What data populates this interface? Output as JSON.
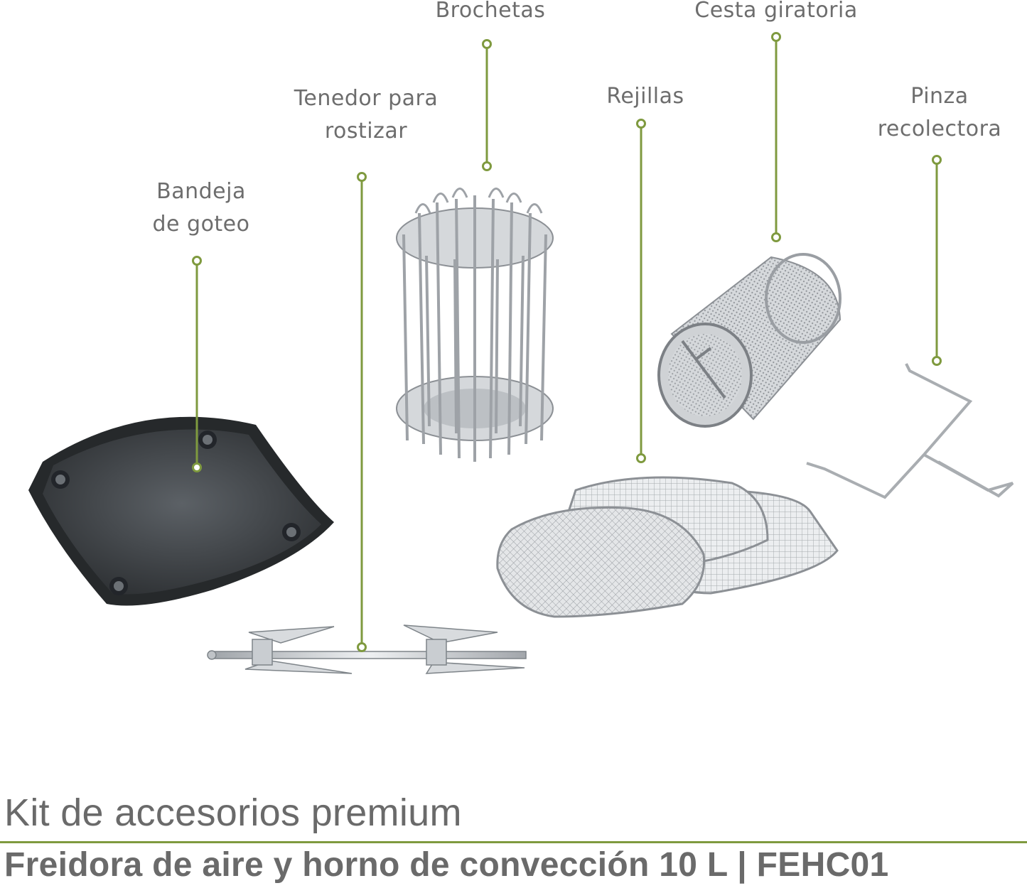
{
  "labels": {
    "brochetas": "Brochetas",
    "cesta_giratoria": "Cesta giratoria",
    "tenedor_line1": "Tenedor para",
    "tenedor_line2": "rostizar",
    "rejillas": "Rejillas",
    "pinza_line1": "Pinza",
    "pinza_line2": "recolectora",
    "bandeja_line1": "Bandeja",
    "bandeja_line2": "de goteo"
  },
  "footer": {
    "title": "Kit de accesorios premium",
    "subtitle": "Freidora de aire y horno de convección 10 L | FEHC01"
  },
  "colors": {
    "accent": "#7f9a3f",
    "text": "#6d6d6d",
    "metal": "#c9ccd0",
    "tray": "#3f4347"
  }
}
